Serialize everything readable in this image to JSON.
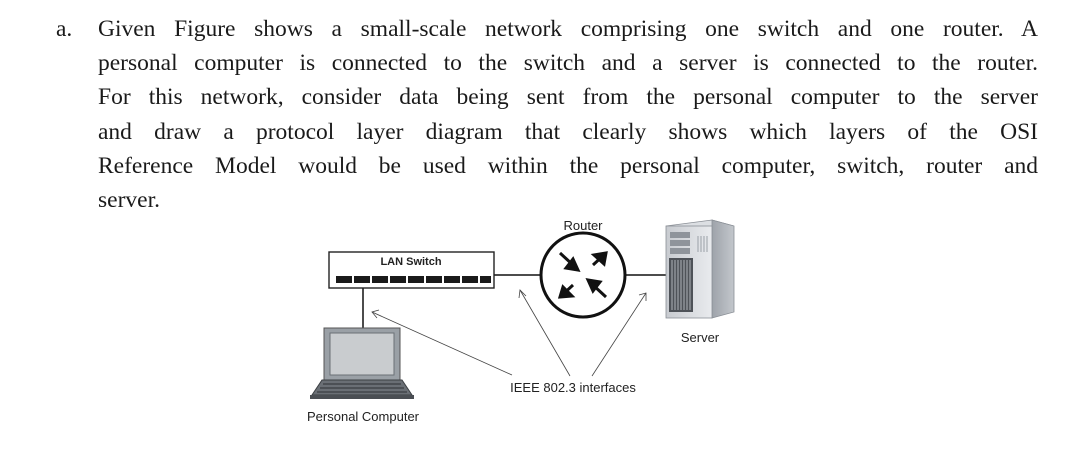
{
  "question": {
    "letter": "a.",
    "lines": [
      "Given Figure shows a small-scale network comprising one switch and one router. A",
      "personal computer is connected to the switch and a server is connected to the router.",
      "For this network, consider data being sent from the personal computer to the server",
      "and draw a protocol layer diagram that clearly shows which layers of the OSI",
      "Reference Model would be used within the personal computer, switch, router and",
      "server."
    ]
  },
  "figure": {
    "router_label": "Router",
    "switch_label": "LAN Switch",
    "server_label": "Server",
    "interfaces_label": "IEEE 802.3 interfaces",
    "pc_label": "Personal Computer"
  }
}
